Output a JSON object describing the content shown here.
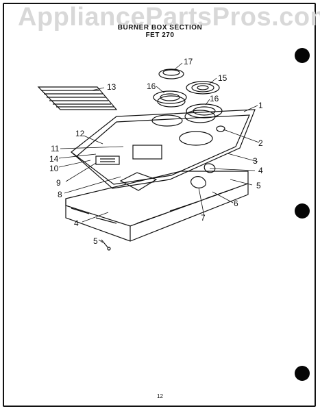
{
  "watermark": "AppliancePartsPros.com",
  "title_line1": "BURNER BOX SECTION",
  "title_line2": "FET 270",
  "page_number": "12",
  "callouts": [
    "1",
    "2",
    "3",
    "4",
    "4",
    "5",
    "5",
    "6",
    "7",
    "8",
    "9",
    "10",
    "11",
    "12",
    "13",
    "14",
    "15",
    "16",
    "16",
    "17"
  ],
  "colors": {
    "line": "#111111",
    "watermark": "#d8d8d8",
    "punch_hole": "#050505"
  }
}
